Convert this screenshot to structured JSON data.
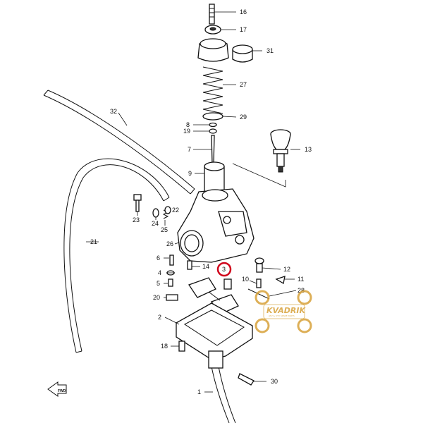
{
  "diagram": {
    "callouts": [
      "16",
      "17",
      "31",
      "27",
      "8",
      "29",
      "19",
      "7",
      "13",
      "32",
      "9",
      "22",
      "23",
      "24",
      "25",
      "21",
      "26",
      "6",
      "14",
      "3",
      "12",
      "4",
      "11",
      "5",
      "10",
      "28",
      "20",
      "2",
      "18",
      "30",
      "1"
    ],
    "highlighted_callout": "3",
    "fwd_label": "FWD",
    "colors": {
      "highlight": "#d0021b",
      "logo": "#d8a23a",
      "ink": "#111111"
    }
  },
  "watermark": {
    "brand": "KVADRIK",
    "tagline": "ATV & UTV SPARE PARTS"
  }
}
